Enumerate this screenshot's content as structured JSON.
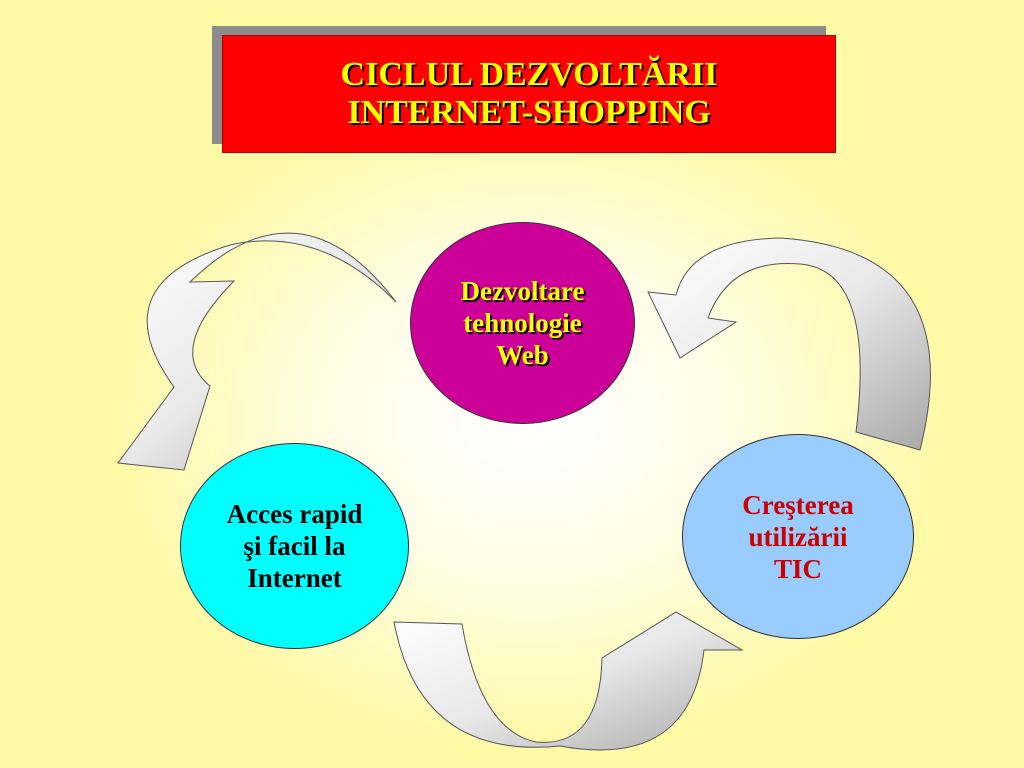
{
  "title": {
    "line1": "CICLUL DEZVOLTĂRII",
    "line2": "INTERNET-SHOPPING"
  },
  "nodes": {
    "web": {
      "lines": [
        "Dezvoltare",
        "tehnologie",
        "Web"
      ]
    },
    "acces": {
      "lines": [
        "Acces rapid",
        "şi facil la",
        "Internet"
      ]
    },
    "tic": {
      "lines": [
        "Creşterea",
        "utilizării",
        "TIC"
      ]
    }
  },
  "colors": {
    "background": "#fffaa6",
    "title_box": "#ff0000",
    "title_text": "#ffff00",
    "node_web": "#cc0099",
    "node_acces": "#00ffff",
    "node_tic": "#99ccff",
    "node_tic_text": "#cc0000",
    "arrow_fill": "#e6e6e6"
  }
}
